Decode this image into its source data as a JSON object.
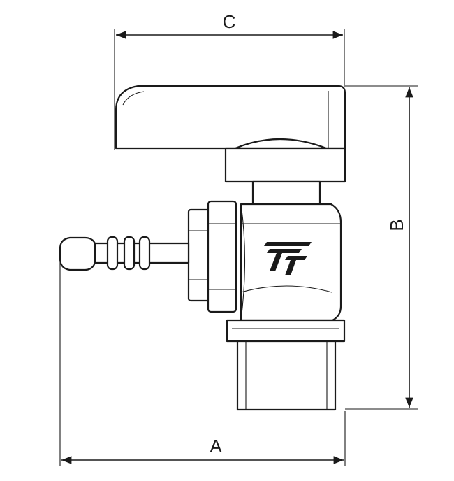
{
  "dimensions": {
    "width_label": "C",
    "height_label": "B",
    "length_label": "A"
  },
  "colors": {
    "line": "#1a1a1a",
    "background": "#ffffff"
  }
}
